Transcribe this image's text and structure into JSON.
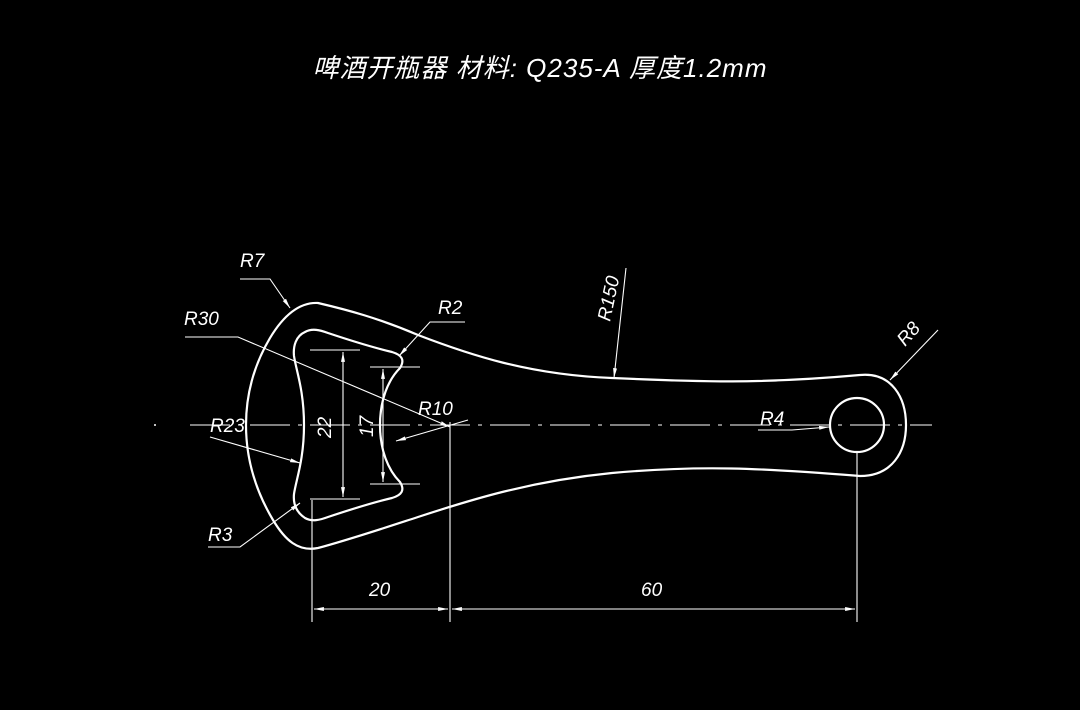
{
  "drawing": {
    "title": "啤酒开瓶器  材料: Q235-A   厚度1.2mm",
    "colors": {
      "background": "#000000",
      "line": "#ffffff"
    },
    "labels": {
      "r7": "R7",
      "r30": "R30",
      "r2": "R2",
      "r150": "R150",
      "r8": "R8",
      "r23": "R23",
      "r10": "R10",
      "r4": "R4",
      "r3": "R3",
      "d22": "22",
      "d17": "17",
      "d20": "20",
      "d60": "60"
    }
  }
}
